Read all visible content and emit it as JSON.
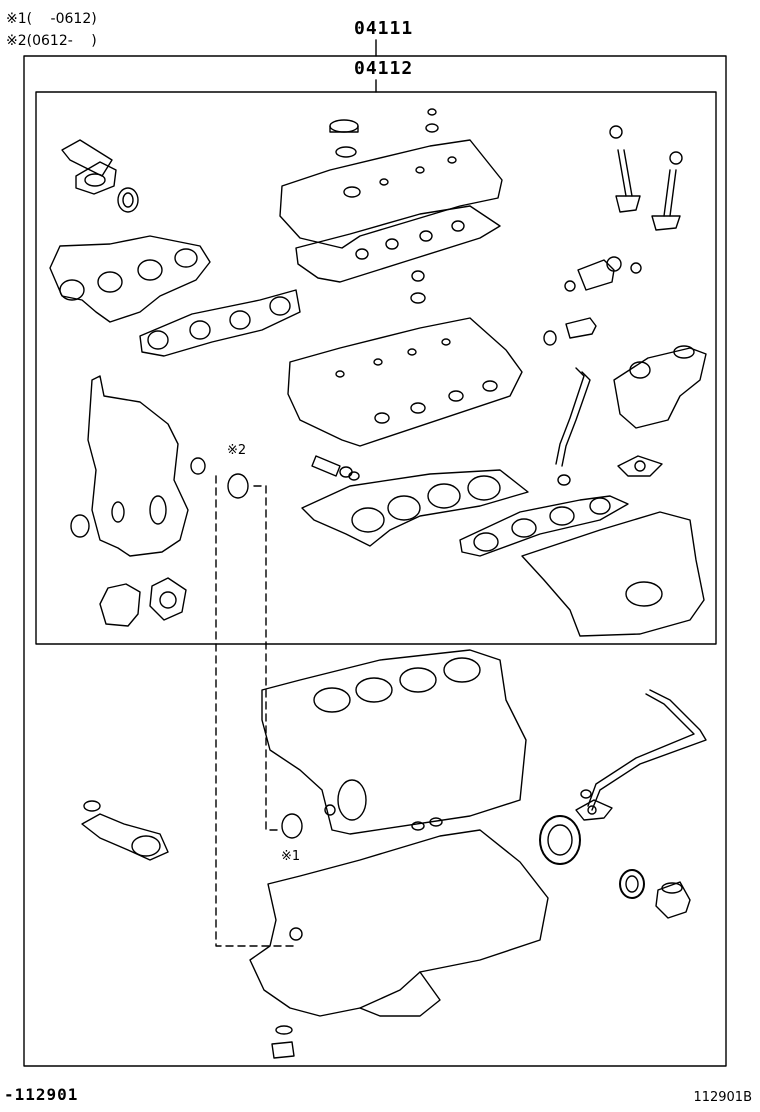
{
  "legend": {
    "note1": "※1(　 -0612)",
    "note2": "※2(0612-　 )"
  },
  "parts": {
    "outer_kit": "04111",
    "inner_kit": "04112"
  },
  "callouts": {
    "mark1": "※1",
    "mark2": "※2"
  },
  "footer": {
    "left_code": "-112901",
    "right_code": "112901B"
  }
}
